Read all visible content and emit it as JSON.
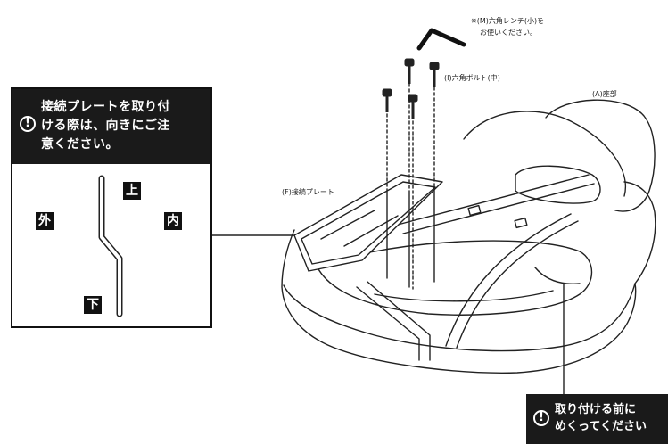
{
  "callout": {
    "icon": "exclamation-circle-icon",
    "line1": "接続プレートを取り付",
    "line2": "ける際は、向きにご注",
    "line3": "意ください。",
    "dir_top": "上",
    "dir_outside": "外",
    "dir_inside": "内",
    "dir_bottom": "下"
  },
  "labels": {
    "wrench_note_1": "※(M)六角レンチ(小)を",
    "wrench_note_2": "お使いください。",
    "bolt": "(I)六角ボルト(中)",
    "seat": "(A)座部",
    "plate": "(F)接続プレート"
  },
  "bottom_note": {
    "icon": "exclamation-circle-icon",
    "line1": "取り付ける前に",
    "line2": "めくってください"
  }
}
